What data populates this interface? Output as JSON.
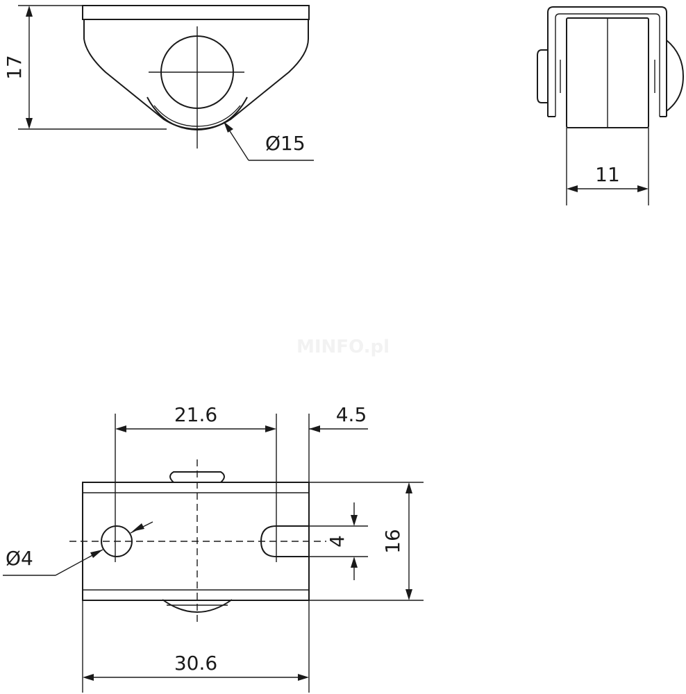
{
  "watermark": "MINFO.pl",
  "views": {
    "side": {
      "dimensions": {
        "height": "17",
        "wheel_diameter": "Ø15"
      }
    },
    "front": {
      "dimensions": {
        "wheel_width": "11"
      }
    },
    "top": {
      "dimensions": {
        "hole_spacing": "21.6",
        "slot_offset": "4.5",
        "hole_diameter": "Ø4",
        "slot_width": "4",
        "plate_width": "16",
        "plate_length": "30.6"
      }
    }
  }
}
